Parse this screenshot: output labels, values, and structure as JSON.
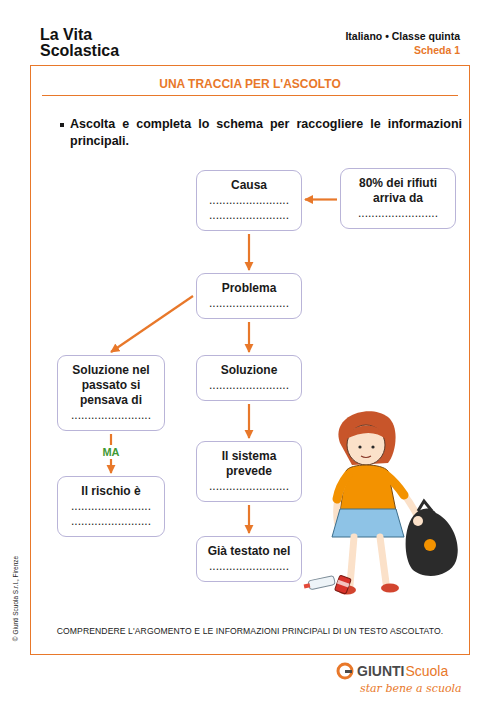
{
  "diagram": {
    "title": "UNA TRACCIA PER L'ASCOLTO",
    "caption": "COMPRENDERE L'ARGOMENTO E LE INFORMAZIONI PRINCIPALI DI UN TESTO ASCOLTATO.",
    "nodes": [
      {
        "text": [
          "80% dei rifiuti arriva da",
          "........................"
        ]
      },
      {
        "text": [
          "Causa",
          "........................",
          "........................"
        ]
      },
      {
        "text": [
          "Problema",
          "........................"
        ]
      },
      {
        "text": [
          "Soluzione nel passato si pensava di",
          "........................"
        ]
      },
      {
        "text": [
          "Soluzione",
          "........................"
        ]
      },
      {
        "text": [
          "Il rischio è",
          "........................",
          "........................"
        ]
      },
      {
        "text": [
          "Il sistema prevede",
          "........................"
        ]
      },
      {
        "text": [
          "Già testato nel",
          "........................"
        ]
      }
    ],
    "edges": [
      {
        "from": 0,
        "to": 1,
        "arrow": "to"
      },
      {
        "from": 1,
        "to": 2,
        "arrow": "to"
      },
      {
        "from": 2,
        "to": 3,
        "arrow": "to"
      },
      {
        "from": 2,
        "to": 4,
        "arrow": "to"
      },
      {
        "from": 3,
        "to": 5,
        "label": "MA",
        "arrow": "to"
      },
      {
        "from": 4,
        "to": 6,
        "arrow": "to"
      },
      {
        "from": 6,
        "to": 7,
        "arrow": "to"
      }
    ],
    "labels": [
      "La Vita",
      "Scolastica",
      "Italiano • Classe quinta",
      "Scheda 1",
      "Ascolta e completa lo schema per raccogliere le informazioni principali.",
      "© Giunti Scuola S.r.l., Firenze",
      "GIUNTI",
      "Scuola",
      "star bene a scuola"
    ]
  }
}
